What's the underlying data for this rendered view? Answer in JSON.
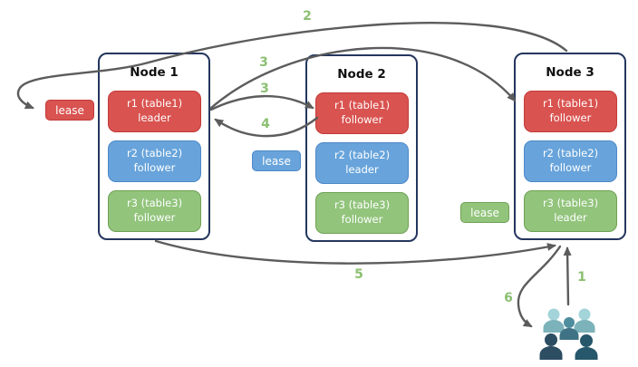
{
  "diagram": {
    "nodes": [
      {
        "title": "Node 1",
        "replicas": [
          {
            "name": "r1 (table1)",
            "role": "leader",
            "color": "red"
          },
          {
            "name": "r2 (table2)",
            "role": "follower",
            "color": "blue"
          },
          {
            "name": "r3 (table3)",
            "role": "follower",
            "color": "green"
          }
        ]
      },
      {
        "title": "Node 2",
        "replicas": [
          {
            "name": "r1 (table1)",
            "role": "follower",
            "color": "red"
          },
          {
            "name": "r2 (table2)",
            "role": "leader",
            "color": "blue"
          },
          {
            "name": "r3 (table3)",
            "role": "follower",
            "color": "green"
          }
        ]
      },
      {
        "title": "Node 3",
        "replicas": [
          {
            "name": "r1 (table1)",
            "role": "follower",
            "color": "red"
          },
          {
            "name": "r2 (table2)",
            "role": "follower",
            "color": "blue"
          },
          {
            "name": "r3 (table3)",
            "role": "leader",
            "color": "green"
          }
        ]
      }
    ],
    "leases": [
      {
        "label": "lease",
        "color": "#d95350"
      },
      {
        "label": "lease",
        "color": "#68a4db"
      },
      {
        "label": "lease",
        "color": "#92c47c"
      }
    ],
    "arrows": [
      {
        "label": "1",
        "from": "users",
        "to": "node3-r3-leader"
      },
      {
        "label": "2",
        "from": "node3",
        "to": "red-lease-label"
      },
      {
        "label": "3",
        "from": "node1-r1-leader",
        "to": "node2-r1-follower"
      },
      {
        "label": "3",
        "from": "node1-r1-leader",
        "to": "node3-r1-follower"
      },
      {
        "label": "4",
        "from": "node2-r1-follower",
        "to": "node1-r1-leader"
      },
      {
        "label": "5",
        "from": "node1",
        "to": "node3"
      },
      {
        "label": "6",
        "from": "node3-r3-leader",
        "to": "users"
      }
    ],
    "icons": {
      "users": "users-group-icon"
    },
    "palette": {
      "red": "#d95350",
      "red_border": "#c23b38",
      "blue": "#68a4db",
      "blue_border": "#4d88c8",
      "green": "#92c47c",
      "green_border": "#6fa254",
      "node_border": "#24365e",
      "arrow": "#5c5c5c",
      "step_label": "#8cbf72"
    }
  }
}
